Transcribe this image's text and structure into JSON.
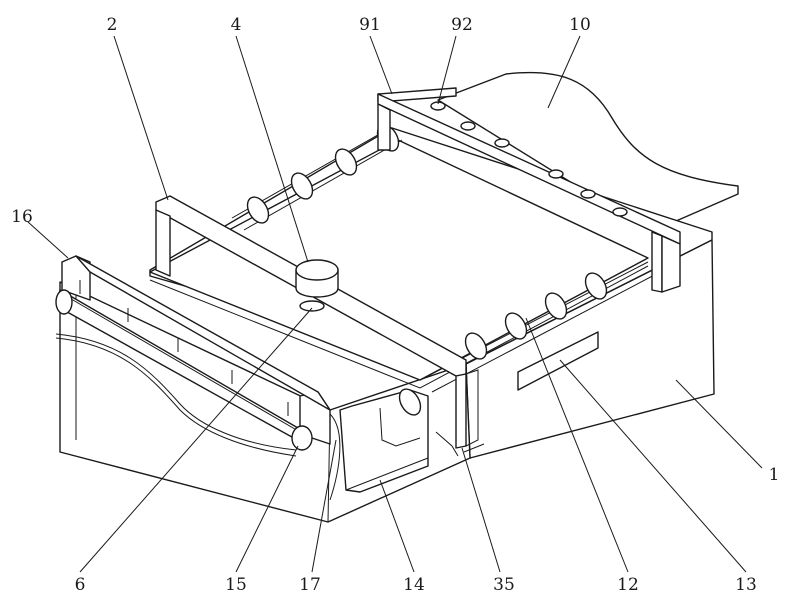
{
  "colors": {
    "line": "#1a1a1a",
    "paper": "#ffffff"
  },
  "labels": {
    "l1": "1",
    "l2": "2",
    "l4": "4",
    "l6": "6",
    "l10": "10",
    "l12": "12",
    "l13": "13",
    "l14": "14",
    "l15": "15",
    "l16": "16",
    "l17": "17",
    "l35": "35",
    "l91": "91",
    "l92": "92"
  }
}
